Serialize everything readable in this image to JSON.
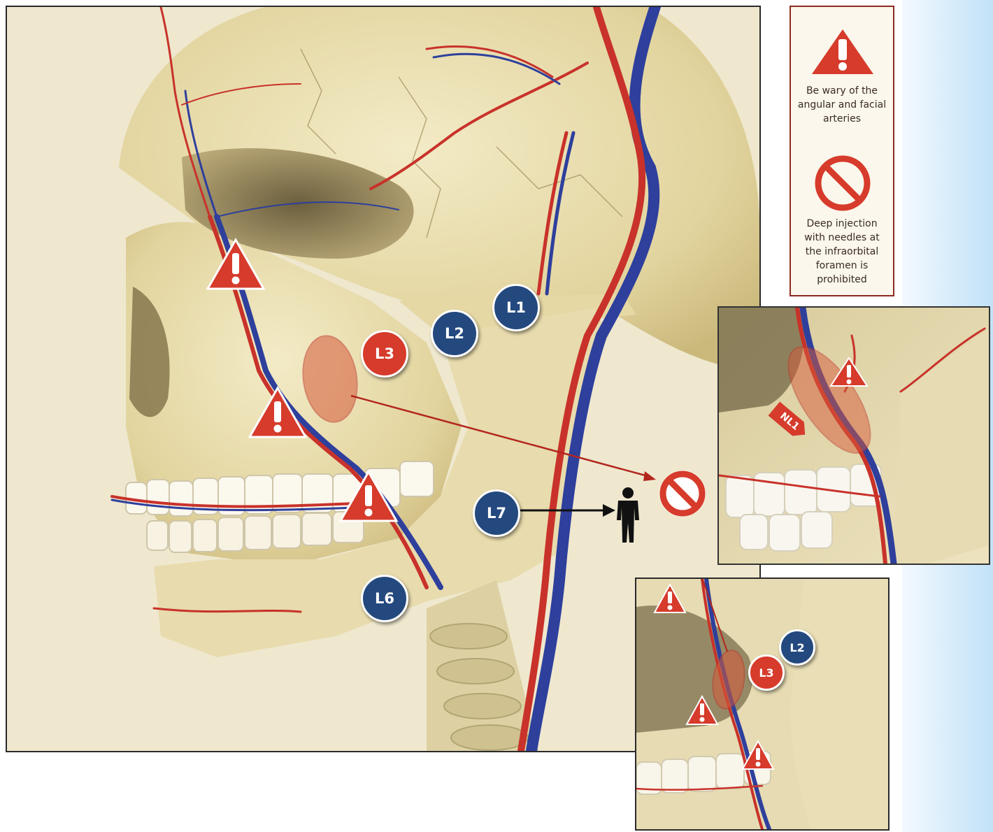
{
  "legend": {
    "warning_text": "Be wary of the angular and facial arteries",
    "prohibited_text": "Deep injection with needles at the infraorbital foramen is prohibited"
  },
  "injection_points": {
    "L1": "L1",
    "L2": "L2",
    "L3": "L3",
    "L6": "L6",
    "L7": "L7"
  },
  "inset_top": {
    "tag": "NL1"
  },
  "inset_bottom": {
    "L2": "L2",
    "L3": "L3"
  },
  "colors": {
    "point_blue": "#24497f",
    "point_red": "#d63b2b",
    "warning_red": "#d63b2b",
    "artery": "#c8322a",
    "vein": "#2e3f9c",
    "bone": "#e9dfb6"
  },
  "icons": {
    "warning": "warning-triangle-icon",
    "prohibited": "no-entry-icon",
    "person": "person-icon"
  }
}
